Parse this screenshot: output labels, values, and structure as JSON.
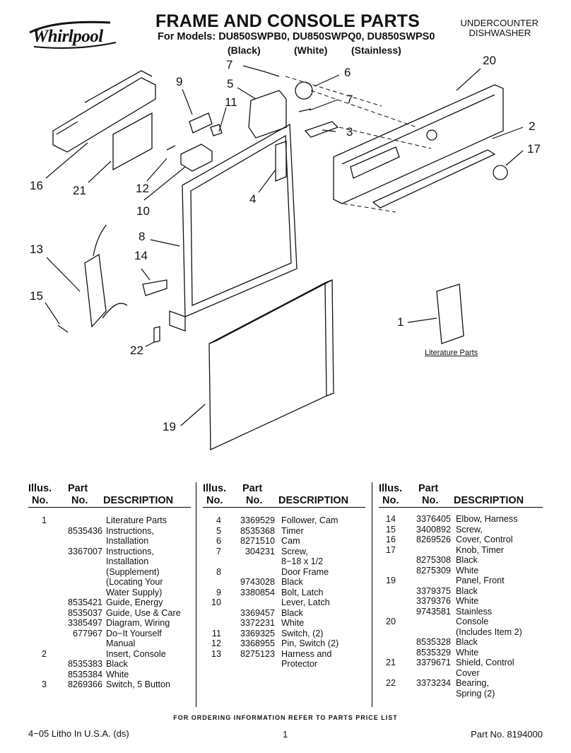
{
  "header": {
    "brand": "Whirlpool",
    "title": "FRAME AND CONSOLE PARTS",
    "models": "For Models: DU850SWPB0, DU850SWPQ0, DU850SWPS0",
    "colors": [
      "(Black)",
      "(White)",
      "(Stainless)"
    ],
    "category_line1": "UNDERCOUNTER",
    "category_line2": "DISHWASHER"
  },
  "diagram": {
    "callouts": [
      "7",
      "6",
      "5",
      "9",
      "11",
      "7",
      "3",
      "20",
      "2",
      "17",
      "16",
      "21",
      "12",
      "4",
      "10",
      "8",
      "13",
      "14",
      "15",
      "1",
      "22",
      "19"
    ],
    "literature_label": "Literature Parts"
  },
  "table": {
    "headers": {
      "illus_1": "Illus.",
      "illus_2": "No.",
      "part_1": "Part",
      "part_2": "No.",
      "description": "DESCRIPTION"
    },
    "columns": [
      [
        {
          "illus": "1",
          "part": "",
          "desc": "Literature Parts"
        },
        {
          "illus": "",
          "part": "8535436",
          "desc": "Instructions,"
        },
        {
          "illus": "",
          "part": "",
          "desc": "Installation"
        },
        {
          "illus": "",
          "part": "3367007",
          "desc": "Instructions,"
        },
        {
          "illus": "",
          "part": "",
          "desc": "Installation"
        },
        {
          "illus": "",
          "part": "",
          "desc": "(Supplement)"
        },
        {
          "illus": "",
          "part": "",
          "desc": "(Locating Your"
        },
        {
          "illus": "",
          "part": "",
          "desc": "Water Supply)"
        },
        {
          "illus": "",
          "part": "8535421",
          "desc": "Guide, Energy"
        },
        {
          "illus": "",
          "part": "8535037",
          "desc": "Guide, Use & Care"
        },
        {
          "illus": "",
          "part": "3385497",
          "desc": "Diagram, Wiring"
        },
        {
          "illus": "",
          "part": "677967",
          "desc": "Do−It Yourself"
        },
        {
          "illus": "",
          "part": "",
          "desc": "Manual"
        },
        {
          "illus": "2",
          "part": "",
          "desc": "Insert, Console"
        },
        {
          "illus": "",
          "part": "8535383",
          "desc": "Black"
        },
        {
          "illus": "",
          "part": "8535384",
          "desc": "White"
        },
        {
          "illus": "3",
          "part": "8269366",
          "desc": "Switch, 5 Button"
        }
      ],
      [
        {
          "illus": "4",
          "part": "3369529",
          "desc": "Follower, Cam"
        },
        {
          "illus": "5",
          "part": "8535368",
          "desc": "Timer"
        },
        {
          "illus": "6",
          "part": "8271510",
          "desc": "Cam"
        },
        {
          "illus": "7",
          "part": "304231",
          "desc": "Screw,"
        },
        {
          "illus": "",
          "part": "",
          "desc": "8−18 x 1/2"
        },
        {
          "illus": "8",
          "part": "",
          "desc": "Door Frame"
        },
        {
          "illus": "",
          "part": "9743028",
          "desc": "Black"
        },
        {
          "illus": "9",
          "part": "3380854",
          "desc": "Bolt, Latch"
        },
        {
          "illus": "10",
          "part": "",
          "desc": "Lever, Latch"
        },
        {
          "illus": "",
          "part": "3369457",
          "desc": "Black"
        },
        {
          "illus": "",
          "part": "3372231",
          "desc": "White"
        },
        {
          "illus": "11",
          "part": "3369325",
          "desc": "Switch, (2)"
        },
        {
          "illus": "12",
          "part": "3368955",
          "desc": "Pin, Switch (2)"
        },
        {
          "illus": "13",
          "part": "8275123",
          "desc": "Harness and"
        },
        {
          "illus": "",
          "part": "",
          "desc": "Protector"
        }
      ],
      [
        {
          "illus": "14",
          "part": "3376405",
          "desc": "Elbow, Harness"
        },
        {
          "illus": "15",
          "part": "3400892",
          "desc": "Screw,"
        },
        {
          "illus": "16",
          "part": "8269526",
          "desc": "Cover, Control"
        },
        {
          "illus": "17",
          "part": "",
          "desc": "Knob, Timer"
        },
        {
          "illus": "",
          "part": "8275308",
          "desc": "Black"
        },
        {
          "illus": "",
          "part": "8275309",
          "desc": "White"
        },
        {
          "illus": "19",
          "part": "",
          "desc": "Panel, Front"
        },
        {
          "illus": "",
          "part": "3379375",
          "desc": "Black"
        },
        {
          "illus": "",
          "part": "3379376",
          "desc": "White"
        },
        {
          "illus": "",
          "part": "9743581",
          "desc": "Stainless"
        },
        {
          "illus": "20",
          "part": "",
          "desc": "Console"
        },
        {
          "illus": "",
          "part": "",
          "desc": "(Includes Item 2)"
        },
        {
          "illus": "",
          "part": "8535328",
          "desc": "Black"
        },
        {
          "illus": "",
          "part": "8535329",
          "desc": "White"
        },
        {
          "illus": "21",
          "part": "3379671",
          "desc": "Shield, Control"
        },
        {
          "illus": "",
          "part": "",
          "desc": "Cover"
        },
        {
          "illus": "22",
          "part": "3373234",
          "desc": "Bearing,"
        },
        {
          "illus": "",
          "part": "",
          "desc": "Spring (2)"
        }
      ]
    ]
  },
  "footer": {
    "ordering_note": "FOR ORDERING INFORMATION REFER TO PARTS PRICE LIST",
    "litho": "4−05 Litho In U.S.A. (ds)",
    "page_number": "1",
    "part_number": "Part No. 8194000"
  }
}
